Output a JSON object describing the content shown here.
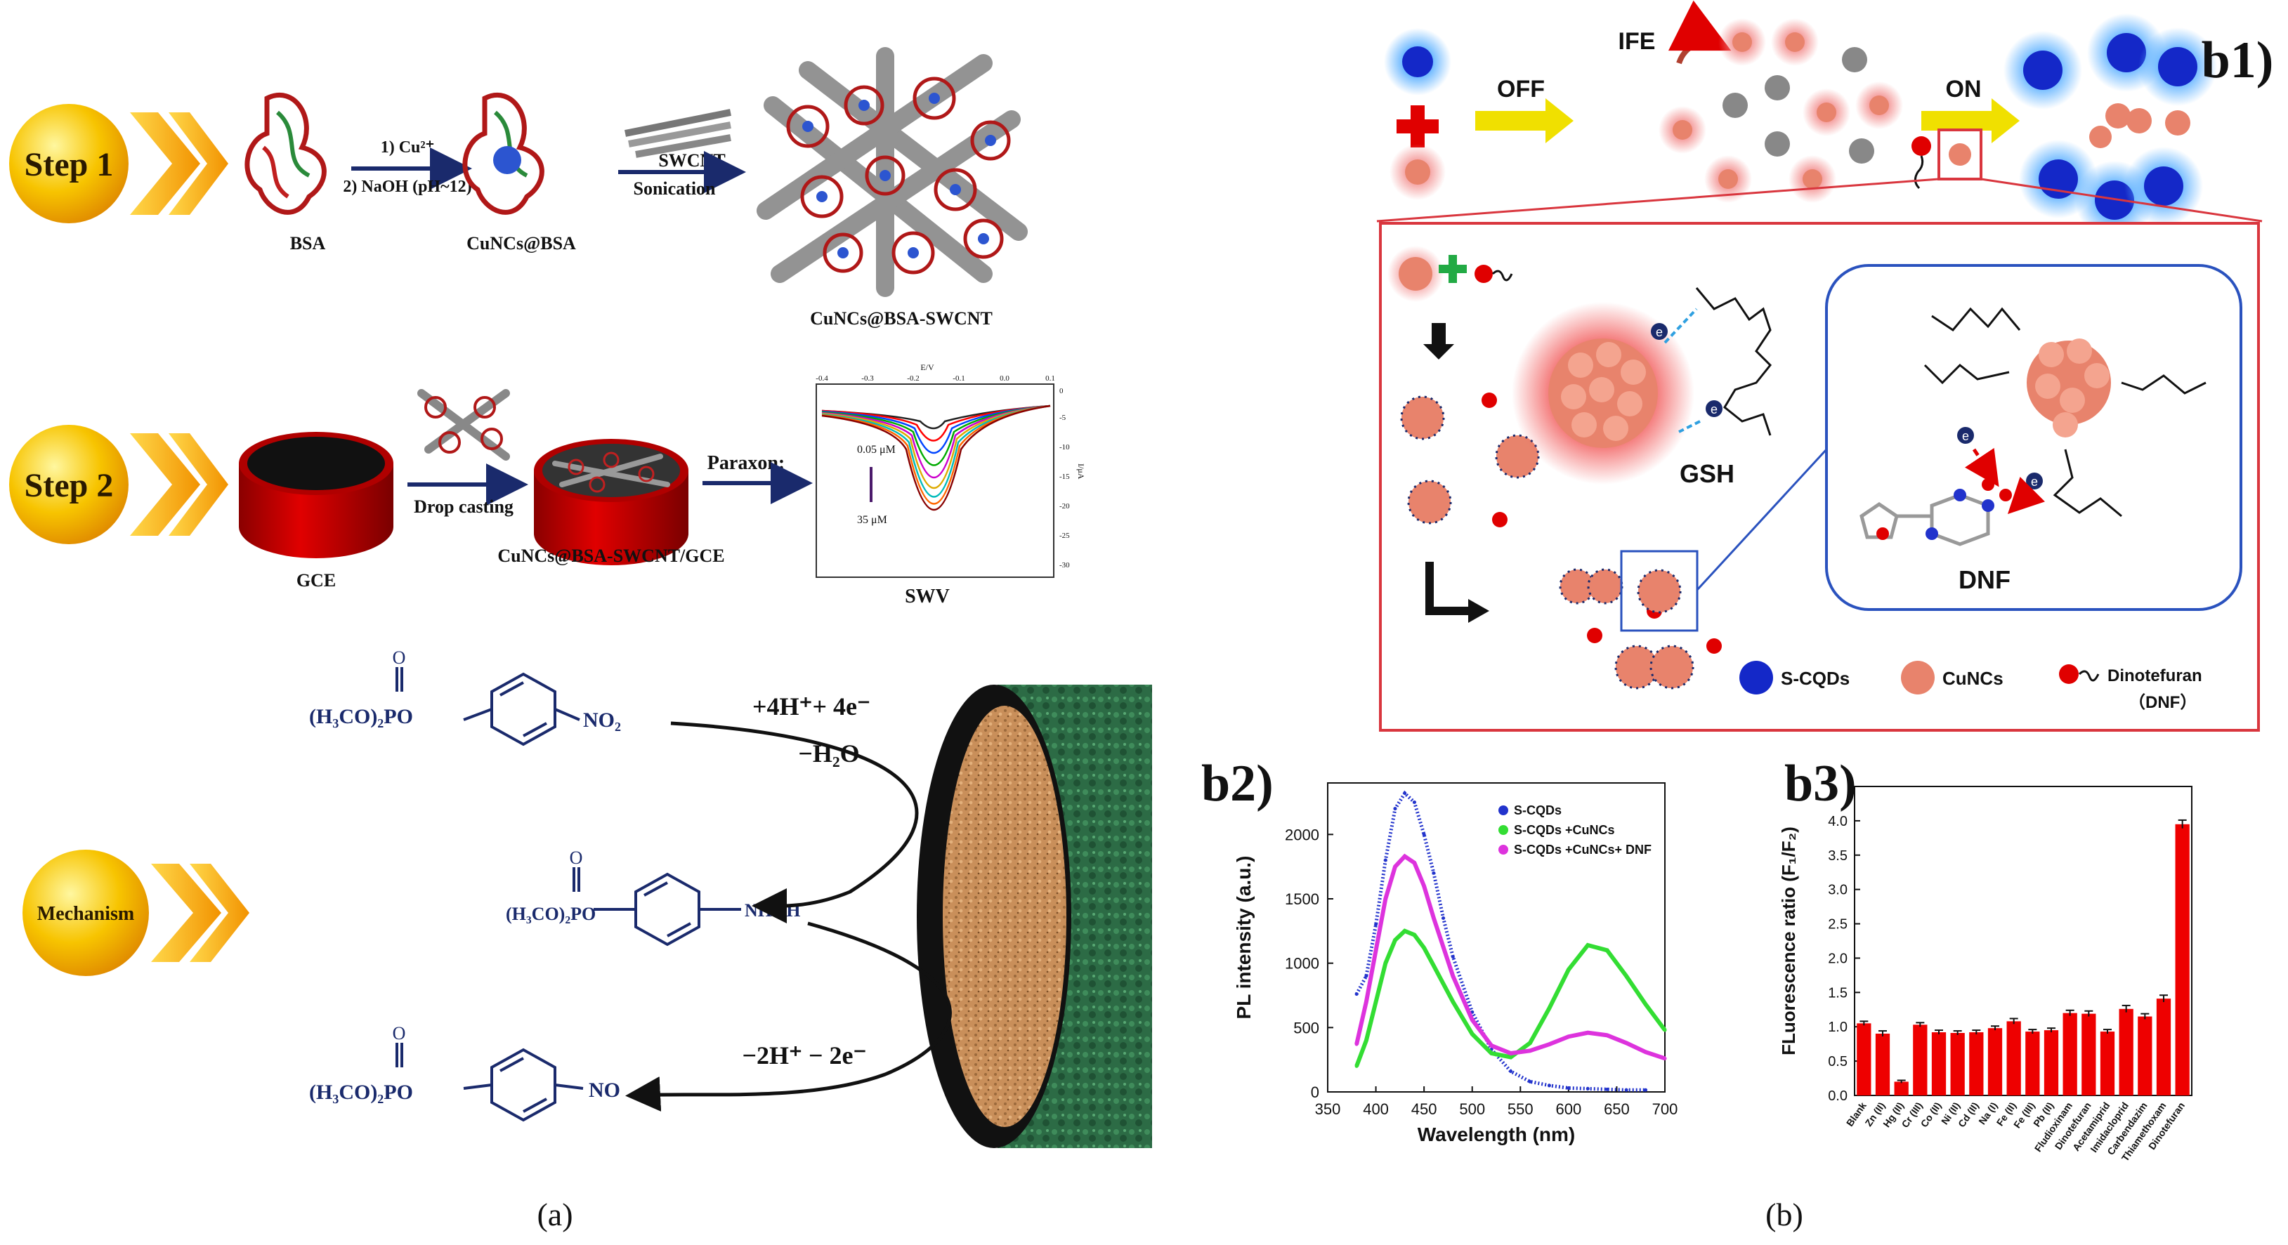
{
  "panel_a": {
    "caption": "(a)",
    "step1": {
      "label": "Step 1",
      "arrow_top": "1) Cu²⁺",
      "arrow_bottom": "2) NaOH (pH~12)",
      "mol_bsa": "BSA",
      "mol_cuncs": "CuNCs@BSA",
      "swcnt": "SWCNT",
      "sonication": "Sonication",
      "product": "CuNCs@BSA-SWCNT"
    },
    "step2": {
      "label": "Step 2",
      "gce": "GCE",
      "drop": "Drop casting",
      "electrode": "CuNCs@BSA-SWCNT/GCE",
      "paraxon": "Paraxon:",
      "swv_caption": "SWV",
      "swv_xlabel": "E/V",
      "swv_ylabel": "I/μA",
      "swv_top_label": "0.05 μM",
      "swv_bottom_label": "35 μM",
      "swv_xticks": [
        "-0.4",
        "-0.3",
        "-0.2",
        "-0.1",
        "0.0",
        "0.1"
      ],
      "swv_yticks": [
        "0",
        "-5",
        "-10",
        "-15",
        "-20",
        "-25",
        "-30"
      ]
    },
    "mechanism": {
      "label": "Mechanism",
      "reactant_prefix": "(H₃CO)₂PO",
      "reactant_group": "NO₂",
      "intermediate_prefix": "(H₃CO)₂PO",
      "intermediate_group": "NHOH",
      "product_prefix": "(H₃CO)₂PO",
      "product_group": "NO",
      "eq1": "+4H⁺+ 4e⁻",
      "eq1b": "−H₂O",
      "eq2": "−2H⁺ − 2e⁻",
      "phosphoryl_o": "O"
    }
  },
  "panel_b": {
    "caption": "(b)",
    "b1": {
      "label": "b1)",
      "ife": "IFE",
      "off": "OFF",
      "on": "ON",
      "gsh": "GSH",
      "dnf": "DNF",
      "legend_scqds": "S-CQDs",
      "legend_cuncs": "CuNCs",
      "legend_dinotefuran": "Dinotefuran",
      "legend_dnf": "（DNF）",
      "electron": "e"
    },
    "b2": {
      "label": "b2)"
    },
    "b3": {
      "label": "b3)"
    }
  },
  "colors": {
    "step_ball": "#f2b500",
    "chevron": "#f5a800",
    "navy": "#1a2a6c",
    "red_box": "#d9363e",
    "blue_box": "#2a52be",
    "cuncs": "#e8836c",
    "scqds": "#1428c8",
    "glow": "#5fb2ff",
    "bar_red": "#ee0000"
  },
  "chart_data": [
    {
      "type": "line",
      "panel": "b2",
      "xlabel": "Wavelength (nm)",
      "ylabel": "PL intensity (a.u.)",
      "xlim": [
        350,
        700
      ],
      "ylim": [
        0,
        2400
      ],
      "xticks": [
        350,
        400,
        450,
        500,
        550,
        600,
        650,
        700
      ],
      "yticks": [
        0,
        500,
        1000,
        1500,
        2000
      ],
      "legend_position": "top-right",
      "series": [
        {
          "name": "S-CQDs",
          "color": "#2233cc",
          "x": [
            380,
            390,
            400,
            410,
            420,
            430,
            440,
            450,
            460,
            470,
            480,
            500,
            520,
            540,
            560,
            580,
            600,
            620,
            640,
            660,
            680
          ],
          "y": [
            760,
            900,
            1300,
            1800,
            2200,
            2320,
            2250,
            2000,
            1700,
            1350,
            1050,
            620,
            330,
            160,
            80,
            50,
            30,
            25,
            20,
            15,
            15
          ]
        },
        {
          "name": "S-CQDs +CuNCs",
          "color": "#33dd33",
          "x": [
            380,
            390,
            400,
            410,
            420,
            430,
            440,
            450,
            460,
            480,
            500,
            520,
            540,
            560,
            580,
            600,
            620,
            640,
            660,
            680,
            700
          ],
          "y": [
            200,
            400,
            700,
            1000,
            1180,
            1250,
            1220,
            1120,
            980,
            700,
            450,
            300,
            270,
            380,
            650,
            950,
            1140,
            1100,
            900,
            680,
            480
          ]
        },
        {
          "name": "S-CQDs +CuNCs+ DNF",
          "color": "#dd33dd",
          "x": [
            380,
            390,
            400,
            410,
            420,
            430,
            440,
            450,
            460,
            480,
            500,
            520,
            540,
            560,
            580,
            600,
            620,
            640,
            660,
            680,
            700
          ],
          "y": [
            370,
            700,
            1100,
            1500,
            1750,
            1830,
            1780,
            1600,
            1350,
            900,
            560,
            360,
            300,
            320,
            370,
            430,
            460,
            440,
            380,
            310,
            260
          ]
        }
      ]
    },
    {
      "type": "bar",
      "panel": "b3",
      "ylabel": "FLuorescence ratio (F₁/F₂)",
      "ylim": [
        0,
        4.5
      ],
      "yticks": [
        0.0,
        0.5,
        1.0,
        1.5,
        2.0,
        2.5,
        3.0,
        3.5,
        4.0
      ],
      "categories": [
        "Blank",
        "Zn (II)",
        "Hg (II)",
        "Cr (III)",
        "Co (II)",
        "Ni (II)",
        "Cd (II)",
        "Na (I)",
        "Fe (II)",
        "Fe (III)",
        "Pb (II)",
        "Fludioxinam",
        "Dinotefuran",
        "Acetamiprid",
        "Imidacloprid",
        "Carbendazim",
        "Thiamethoxam",
        "Dinotefuran"
      ],
      "values": [
        1.05,
        0.9,
        0.2,
        1.03,
        0.92,
        0.91,
        0.92,
        0.98,
        1.08,
        0.93,
        0.95,
        1.2,
        1.19,
        0.93,
        1.26,
        1.15,
        1.41,
        3.95
      ],
      "errors": [
        0.03,
        0.04,
        0.02,
        0.03,
        0.03,
        0.03,
        0.03,
        0.03,
        0.04,
        0.03,
        0.03,
        0.04,
        0.04,
        0.03,
        0.05,
        0.04,
        0.05,
        0.06
      ]
    }
  ]
}
